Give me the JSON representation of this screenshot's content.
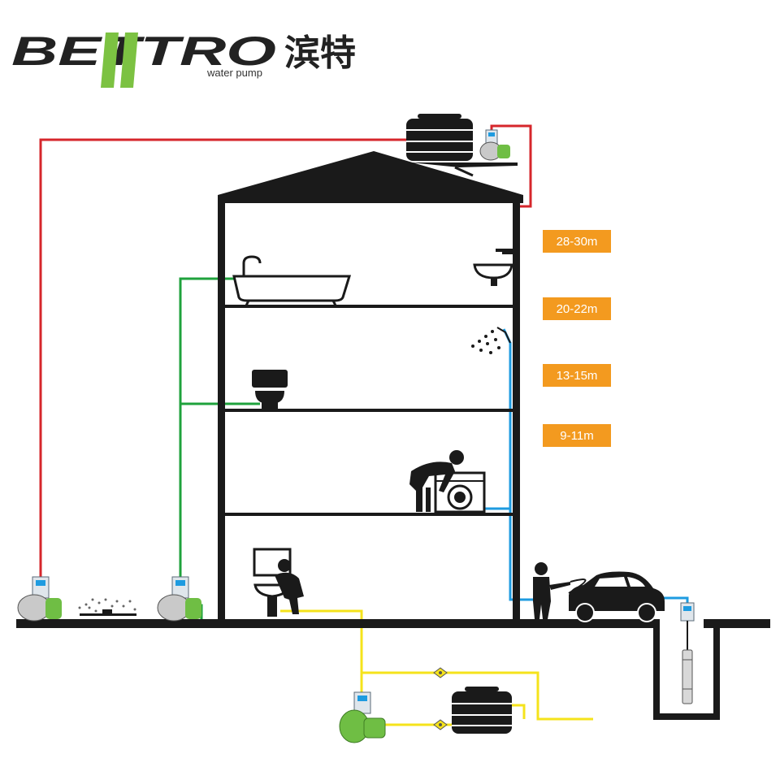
{
  "brand": {
    "name": "BETTRO",
    "chinese_name": "滨特",
    "tagline": "water pump",
    "colors": {
      "dark": "#222222",
      "green": "#7cc242"
    }
  },
  "height_labels": [
    "28-30m",
    "20-22m",
    "13-15m",
    "9-11m"
  ],
  "colors": {
    "pipe_red": "#d6262b",
    "pipe_green": "#1fa23c",
    "pipe_blue": "#1e9be0",
    "pipe_yellow": "#f5e31b",
    "label_bg": "#f39a1f",
    "structure": "#1a1a1a",
    "pump_green": "#6fbe44"
  },
  "icons": [
    "roof-tank-icon",
    "booster-pump-icon",
    "bathtub-icon",
    "sink-icon",
    "shower-icon",
    "toilet-icon",
    "washing-machine-icon",
    "person-icon",
    "car-icon",
    "sprinkler-icon",
    "water-tank-icon",
    "submersible-pump-icon",
    "valve-icon"
  ]
}
